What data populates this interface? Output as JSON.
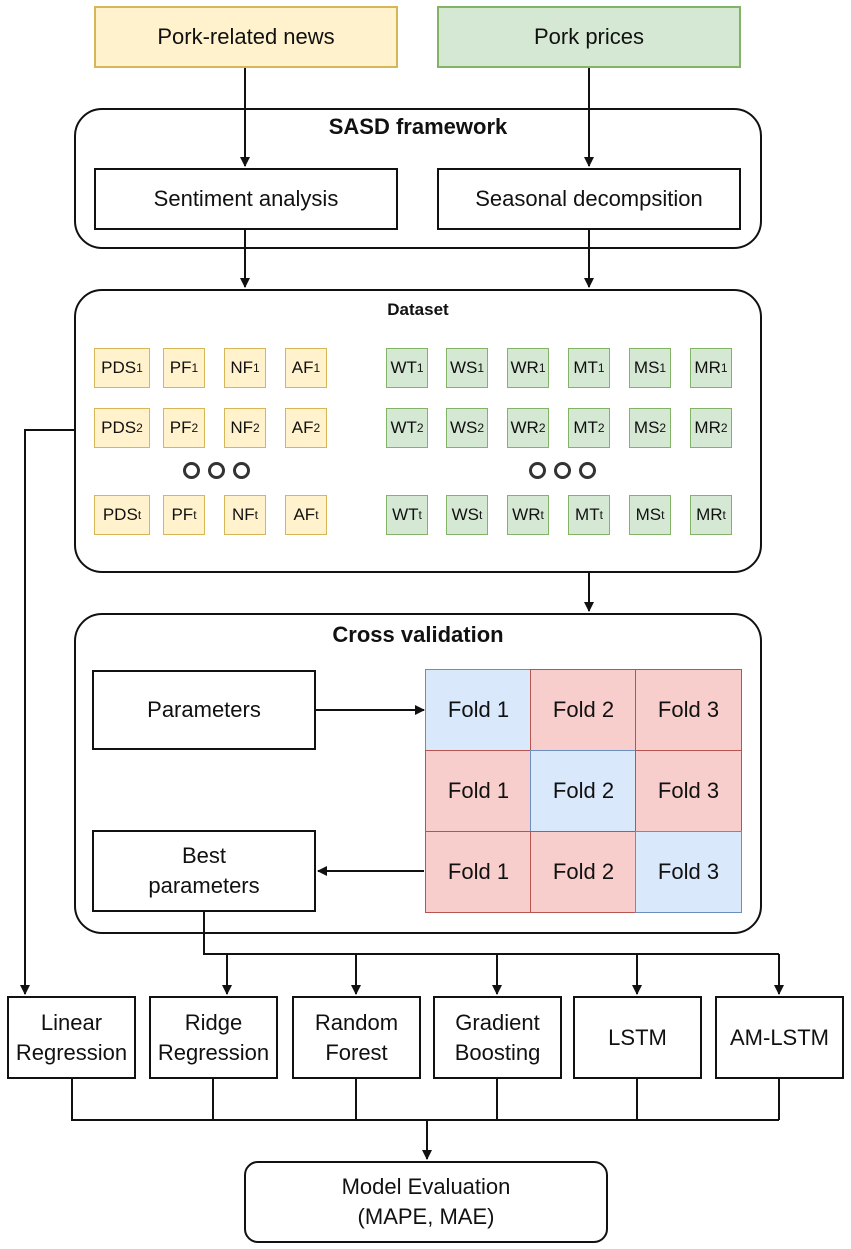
{
  "inputs": {
    "news": "Pork-related news",
    "prices": "Pork prices"
  },
  "sasd": {
    "title": "SASD framework",
    "sentiment": "Sentiment analysis",
    "seasonal": "Seasonal decompsition"
  },
  "dataset": {
    "title": "Dataset",
    "news_rows": [
      [
        {
          "base": "PDS",
          "sub": "1"
        },
        {
          "base": "PF",
          "sub": "1"
        },
        {
          "base": "NF",
          "sub": "1"
        },
        {
          "base": "AF",
          "sub": "1"
        }
      ],
      [
        {
          "base": "PDS",
          "sub": "2"
        },
        {
          "base": "PF",
          "sub": "2"
        },
        {
          "base": "NF",
          "sub": "2"
        },
        {
          "base": "AF",
          "sub": "2"
        }
      ],
      [
        {
          "base": "PDS",
          "sub": "t"
        },
        {
          "base": "PF",
          "sub": "t"
        },
        {
          "base": "NF",
          "sub": "t"
        },
        {
          "base": "AF",
          "sub": "t"
        }
      ]
    ],
    "price_rows": [
      [
        {
          "base": "WT",
          "sub": "1"
        },
        {
          "base": "WS",
          "sub": "1"
        },
        {
          "base": "WR",
          "sub": "1"
        },
        {
          "base": "MT",
          "sub": "1"
        },
        {
          "base": "MS",
          "sub": "1"
        },
        {
          "base": "MR",
          "sub": "1"
        }
      ],
      [
        {
          "base": "WT",
          "sub": "2"
        },
        {
          "base": "WS",
          "sub": "2"
        },
        {
          "base": "WR",
          "sub": "2"
        },
        {
          "base": "MT",
          "sub": "2"
        },
        {
          "base": "MS",
          "sub": "2"
        },
        {
          "base": "MR",
          "sub": "2"
        }
      ],
      [
        {
          "base": "WT",
          "sub": "t"
        },
        {
          "base": "WS",
          "sub": "t"
        },
        {
          "base": "WR",
          "sub": "t"
        },
        {
          "base": "MT",
          "sub": "t"
        },
        {
          "base": "MS",
          "sub": "t"
        },
        {
          "base": "MR",
          "sub": "t"
        }
      ]
    ]
  },
  "cv": {
    "title": "Cross validation",
    "parameters": "Parameters",
    "best_line1": "Best",
    "best_line2": "parameters",
    "folds": [
      [
        {
          "label": "Fold 1",
          "validation": true
        },
        {
          "label": "Fold 2",
          "validation": false
        },
        {
          "label": "Fold 3",
          "validation": false
        }
      ],
      [
        {
          "label": "Fold 1",
          "validation": false
        },
        {
          "label": "Fold 2",
          "validation": true
        },
        {
          "label": "Fold 3",
          "validation": false
        }
      ],
      [
        {
          "label": "Fold 1",
          "validation": false
        },
        {
          "label": "Fold 2",
          "validation": false
        },
        {
          "label": "Fold 3",
          "validation": true
        }
      ]
    ]
  },
  "models": [
    {
      "line1": "Linear",
      "line2": "Regression"
    },
    {
      "line1": "Ridge",
      "line2": "Regression"
    },
    {
      "line1": "Random",
      "line2": "Forest"
    },
    {
      "line1": "Gradient",
      "line2": "Boosting"
    },
    {
      "line1": "LSTM",
      "line2": ""
    },
    {
      "line1": "AM-LSTM",
      "line2": ""
    }
  ],
  "evaluation": {
    "line1": "Model Evaluation",
    "line2": "(MAPE, MAE)"
  },
  "colors": {
    "news": "#fff2cc",
    "news_border": "#d6b656",
    "price": "#d5e8d4",
    "price_border": "#82b366",
    "train": "#f8cecc",
    "train_border": "#b85450",
    "validation": "#dae8fc",
    "validation_border": "#6c8ebf"
  }
}
